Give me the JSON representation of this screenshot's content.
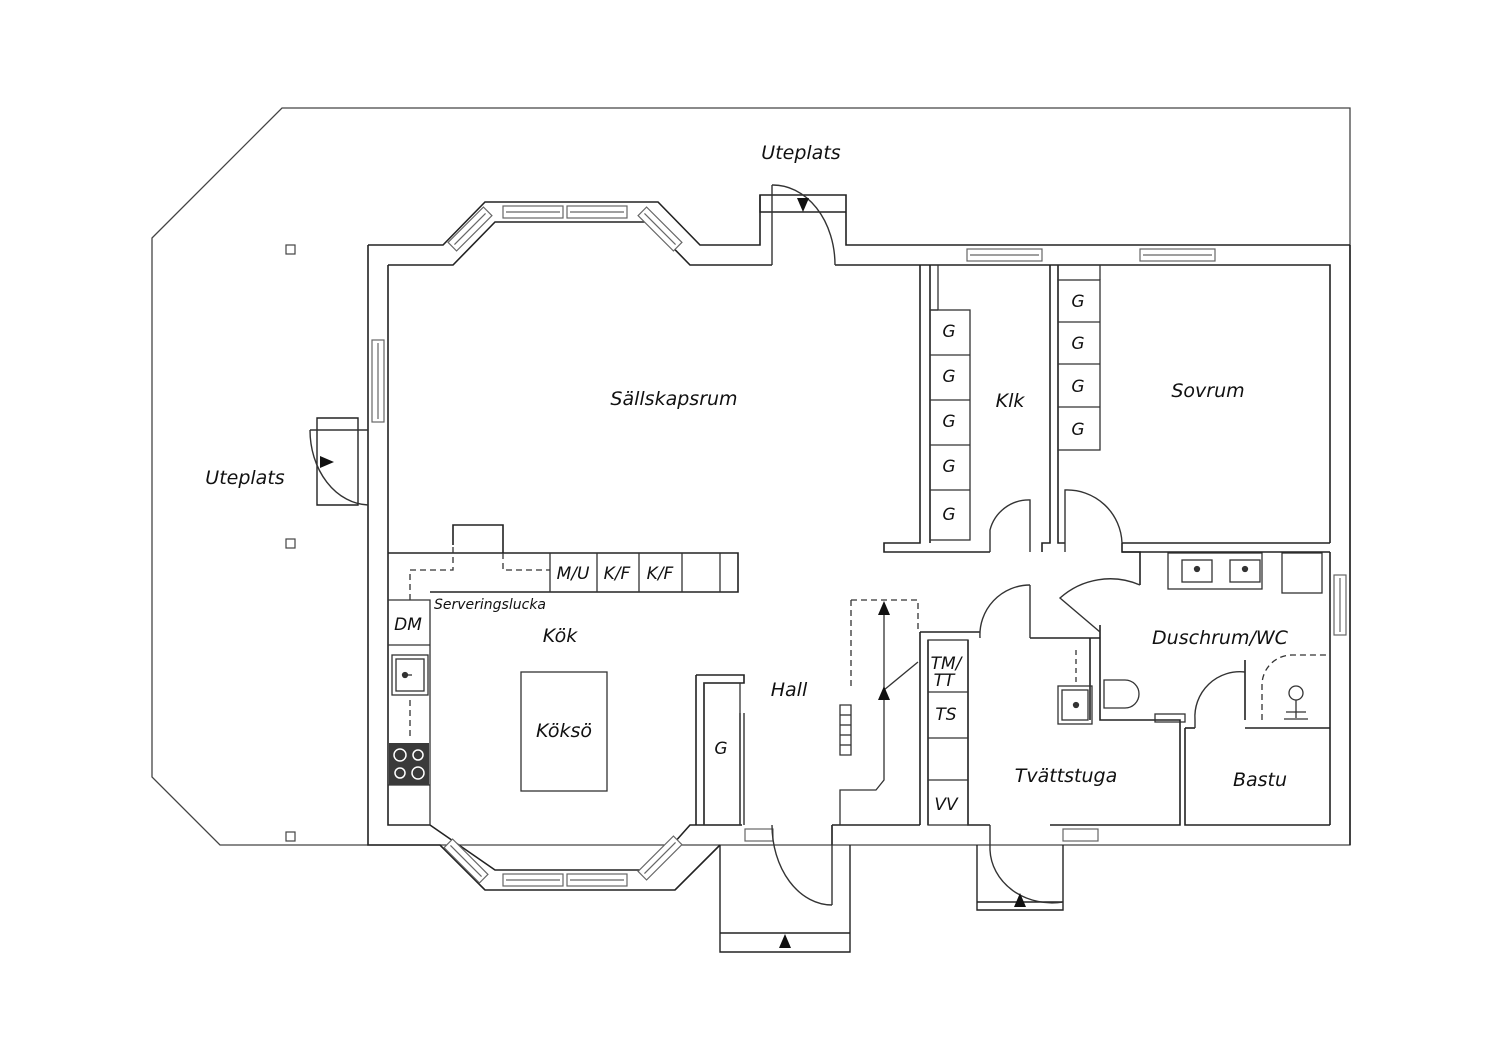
{
  "colors": {
    "background": "#ffffff",
    "line": "#333333",
    "wall": "#222222",
    "window": "#777777",
    "stove": "#3a3a3a"
  },
  "rooms": {
    "uteplats_top": "Uteplats",
    "uteplats_left": "Uteplats",
    "sallskapsrum": "Sällskapsrum",
    "klk": "Klk",
    "sovrum": "Sovrum",
    "kok": "Kök",
    "koksö": "Köksö",
    "hall": "Hall",
    "duschrum": "Duschrum/WC",
    "tvattstuga": "Tvättstuga",
    "bastu": "Bastu"
  },
  "fixtures": {
    "klk_wardrobes": [
      "G",
      "G",
      "G",
      "G",
      "G"
    ],
    "sovrum_wardrobes": [
      "G",
      "G",
      "G",
      "G"
    ],
    "hall_wardrobe": "G",
    "kitchen_counter": [
      "M/U",
      "K/F",
      "K/F"
    ],
    "dishwasher": "DM",
    "serving_hatch": "Serveringslucka",
    "laundry": [
      "TM/",
      "TT",
      "TS",
      "VV"
    ]
  },
  "icons": [
    "door-swing-icon",
    "entry-arrow-icon",
    "window-icon",
    "sink-icon",
    "stove-icon",
    "toilet-icon",
    "shower-icon",
    "stair-icon"
  ]
}
